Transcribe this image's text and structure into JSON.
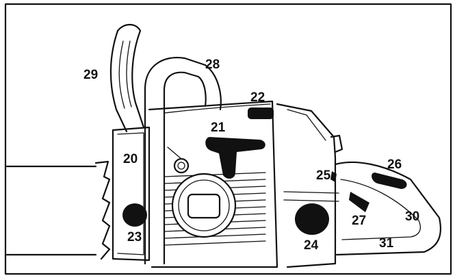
{
  "callouts": [
    {
      "id": "c20",
      "text": "20"
    },
    {
      "id": "c21",
      "text": "21"
    },
    {
      "id": "c22",
      "text": "22"
    },
    {
      "id": "c23",
      "text": "23"
    },
    {
      "id": "c24",
      "text": "24"
    },
    {
      "id": "c25",
      "text": "25"
    },
    {
      "id": "c26",
      "text": "26"
    },
    {
      "id": "c27",
      "text": "27"
    },
    {
      "id": "c28",
      "text": "28"
    },
    {
      "id": "c29",
      "text": "29"
    },
    {
      "id": "c30",
      "text": "30"
    },
    {
      "id": "c31",
      "text": "31"
    }
  ],
  "colors": {
    "line": "#111111",
    "background": "#ffffff"
  }
}
